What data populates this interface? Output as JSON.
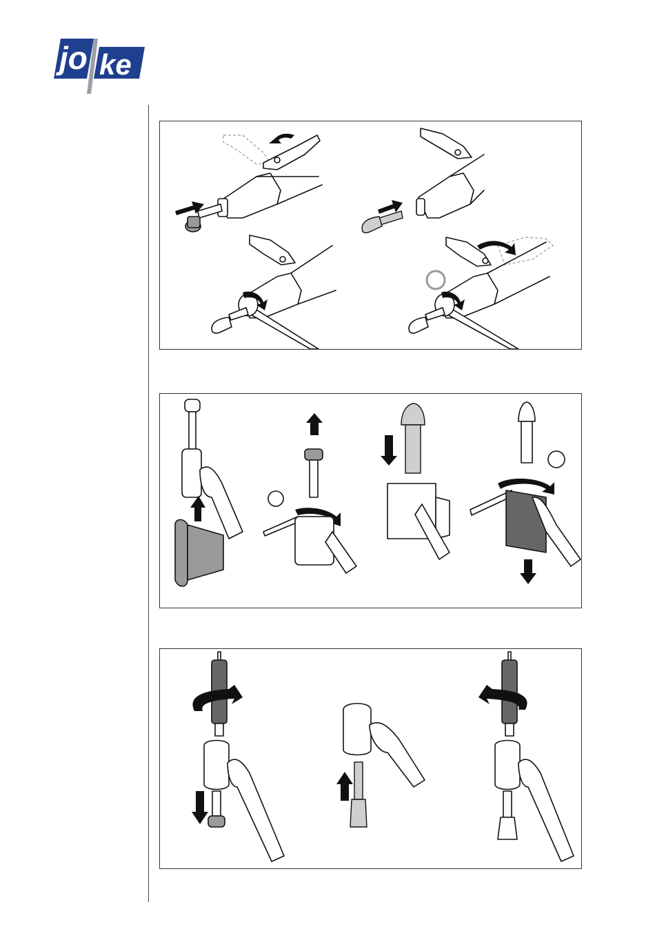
{
  "brand": {
    "logo_text_left": "jo",
    "logo_text_right": "ke",
    "logo_color": "#1f3f8f"
  },
  "panels": [
    {
      "id": "panel1",
      "steps": 4
    },
    {
      "id": "panel2",
      "steps": 4
    },
    {
      "id": "panel3",
      "steps": 3
    }
  ],
  "colors": {
    "stroke": "#111111",
    "part_fill": "#9a9a9a",
    "border": "#333333"
  }
}
